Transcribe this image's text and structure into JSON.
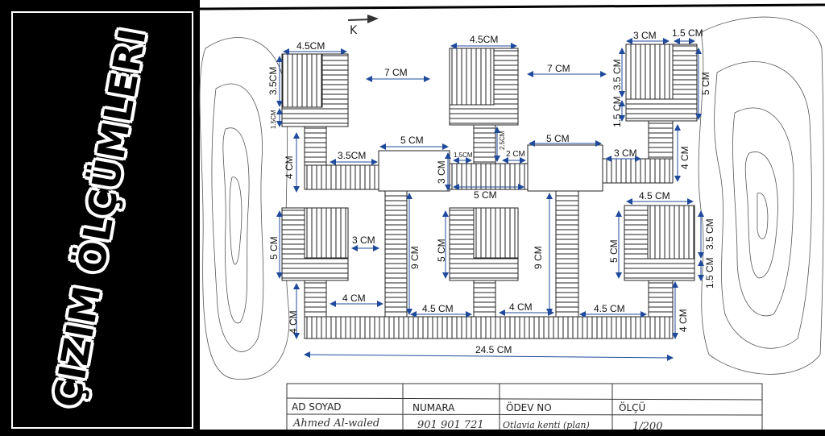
{
  "title": "ÇIZIM ÖLÇÜMLERI",
  "north_label": "K",
  "colors": {
    "arrow": "#1f4a9c",
    "ink": "#111111",
    "panel": "#000000"
  },
  "dims": [
    "4.5CM",
    "3.5CM",
    "1.5CM",
    "4 CM",
    "3.5CM",
    "7 CM",
    "4.5CM",
    "5 CM",
    "3 CM",
    "1.5CM",
    "2.5CM",
    "2 CM",
    "5 CM",
    "7 CM",
    "5 CM",
    "3 CM",
    "3 CM",
    "1.5 CM",
    "3.5 CM",
    "1.5 CM",
    "5 CM",
    "4 CM",
    "4.5 CM",
    "5 CM",
    "3 CM",
    "9 CM",
    "5 CM",
    "9 CM",
    "5 CM",
    "3.5 CM",
    "1.5 CM",
    "4 CM",
    "4 CM",
    "4.5 CM",
    "4 CM",
    "4.5 CM",
    "4 CM",
    "24.5 CM"
  ],
  "title_block": {
    "headers": [
      "AD SOYAD",
      "NUMARA",
      "ÖDEV NO",
      "ÖLÇÜ"
    ],
    "values": [
      "Ahmed Al-waled",
      "901 901 721",
      "Otlavia kenti (plan)",
      "1/200"
    ]
  }
}
